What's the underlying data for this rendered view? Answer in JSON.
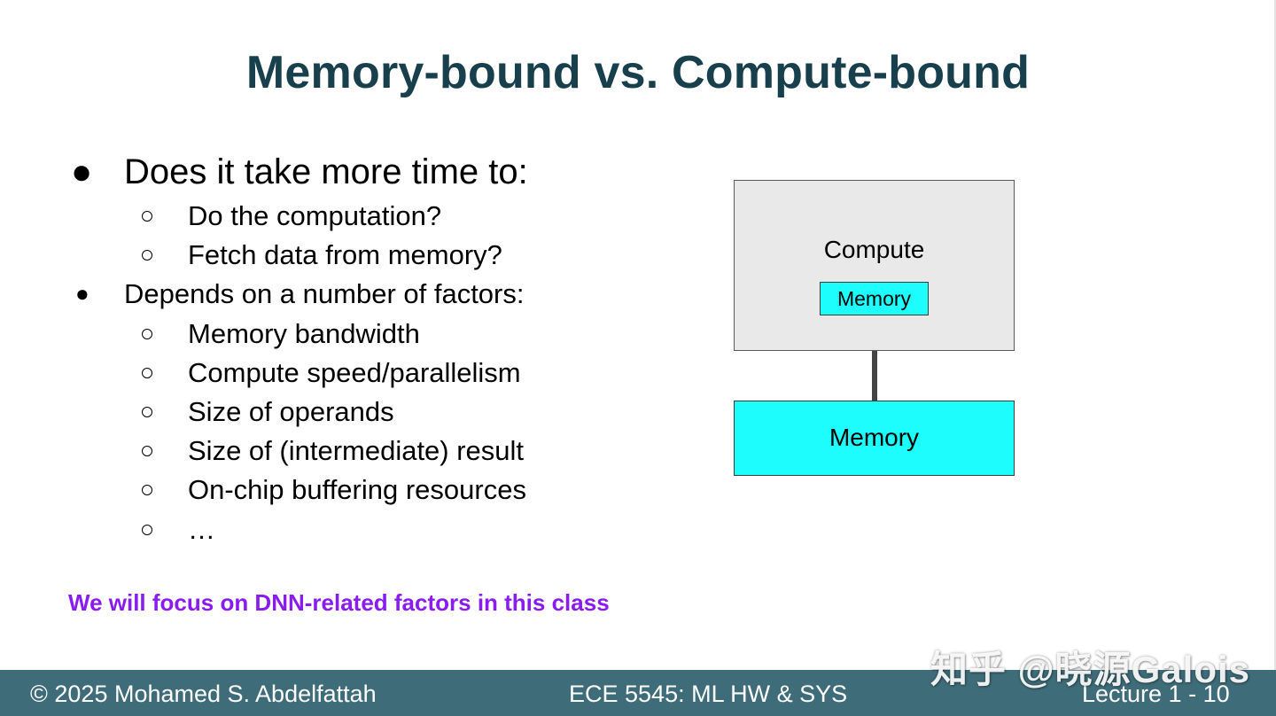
{
  "slide": {
    "title": "Memory-bound vs. Compute-bound",
    "bullets": [
      {
        "text": "Does it take more time to:",
        "subitems": [
          "Do the computation?",
          "Fetch data from memory?"
        ]
      },
      {
        "text": "Depends on a number of factors:",
        "subitems": [
          "Memory bandwidth",
          "Compute speed/parallelism",
          "Size of operands",
          "Size of (intermediate) result",
          "On-chip buffering resources",
          "…"
        ]
      }
    ],
    "focus_note": "We will focus on DNN-related factors in this class"
  },
  "diagram": {
    "compute_label": "Compute",
    "onchip_memory_label": "Memory",
    "offchip_memory_label": "Memory",
    "colors": {
      "compute_fill": "#e9e9e9",
      "memory_fill": "#1efdfd",
      "connector": "#444444"
    }
  },
  "footer": {
    "copyright": "© 2025 Mohamed S. Abdelfattah",
    "course": "ECE 5545: ML HW & SYS",
    "lecture": "Lecture 1 - 10"
  },
  "watermark": {
    "text": "知乎 @晓源Galois"
  },
  "colors": {
    "title": "#173f4c",
    "footer_bg": "#3e6c78",
    "focus_text": "#8a1cf0"
  }
}
